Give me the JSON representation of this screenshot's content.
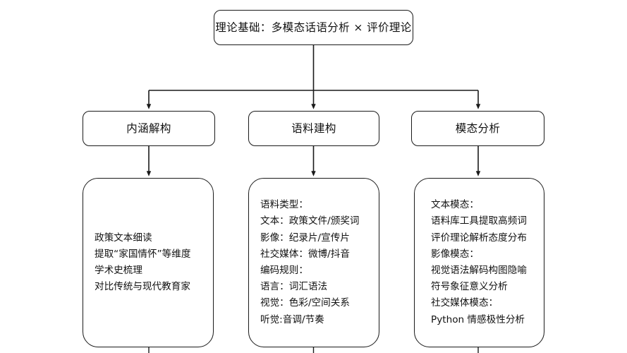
{
  "diagram": {
    "type": "flowchart",
    "orientation": "top-down",
    "background_color": "#ffffff",
    "stroke_color": "#1a1a1a",
    "text_color": "#111111",
    "root": {
      "id": "root",
      "label": "理论基础：多模态话语分析 × 评价理论"
    },
    "branches": [
      {
        "id": "b1",
        "label": "内涵解构",
        "detail": {
          "id": "c1",
          "lines": [
            "政策文本细读",
            "提取“家国情怀”等维度",
            "学术史梳理",
            "对比传统与现代教育家"
          ]
        }
      },
      {
        "id": "b2",
        "label": "语料建构",
        "detail": {
          "id": "c2",
          "lines": [
            "语料类型：",
            "文本：政策文件/颁奖词",
            "影像：纪录片/宣传片",
            "社交媒体：微博/抖音",
            "编码规则：",
            "语言：词汇语法",
            "视觉：色彩/空间关系",
            "听觉:音调/节奏"
          ]
        }
      },
      {
        "id": "b3",
        "label": "模态分析",
        "detail": {
          "id": "c3",
          "lines": [
            "文本模态：",
            "语料库工具提取高频词",
            "评价理论解析态度分布",
            "影像模态：",
            "视觉语法解码构图隐喻",
            "符号象征意义分析",
            "社交媒体模态：",
            "Python 情感极性分析"
          ]
        }
      }
    ]
  }
}
